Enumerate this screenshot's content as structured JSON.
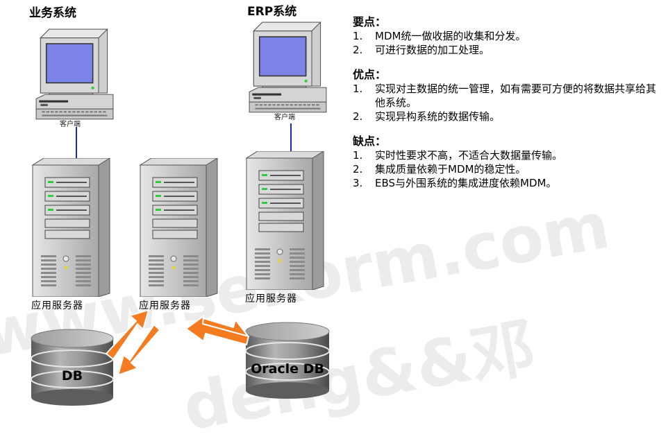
{
  "left_column": {
    "title": "业务系统",
    "client_label": "客户端",
    "server1_label": "应用服务器",
    "server2_label": "应用服务器",
    "db_label": "DB"
  },
  "right_column": {
    "title": "ERP系统",
    "client_label": "客户端",
    "server_label": "应用服务器",
    "db_label": "Oracle DB"
  },
  "notes": {
    "sections": [
      {
        "title": "要点：",
        "items": [
          {
            "num": "1.",
            "text": "MDM统一做收据的收集和分发。"
          },
          {
            "num": "2.",
            "text": "可进行数据的加工处理。"
          }
        ]
      },
      {
        "title": "优点：",
        "items": [
          {
            "num": "1.",
            "text": "实现对主数据的统一管理，如有需要可方便的将数据共享给其他系统。"
          },
          {
            "num": "2.",
            "text": "实现异构系统的数据传输。"
          }
        ]
      },
      {
        "title": "缺点：",
        "items": [
          {
            "num": "1.",
            "text": "实时性要求不高，不适合大数据量传输。"
          },
          {
            "num": "2.",
            "text": "集成质量依赖于MDM的稳定性。"
          },
          {
            "num": "3.",
            "text": "EBS与外围系统的集成进度依赖MDM。"
          }
        ]
      }
    ]
  },
  "watermark": {
    "line1": "www.sekorm.com",
    "line2": "deng&&邓"
  },
  "colors": {
    "arrow_fill": "#f47b20",
    "arrow_stroke": "#ffffff",
    "connector": "#1a2bb0",
    "monitor_screen": "#7b84e6",
    "case_gray": "#c8c8c8",
    "db_gray": "#8a8a8a"
  }
}
